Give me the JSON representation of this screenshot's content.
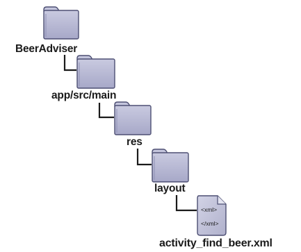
{
  "tree": {
    "root": {
      "label": "BeerAdviser",
      "icon": "folder-icon"
    },
    "main": {
      "label": "app/src/main",
      "icon": "folder-icon"
    },
    "res": {
      "label": "res",
      "icon": "folder-icon"
    },
    "layout": {
      "label": "layout",
      "icon": "folder-icon"
    },
    "file": {
      "label": "activity_find_beer.xml",
      "icon": "xml-file-icon",
      "line1": "<xml>",
      "line2": "</xml>"
    }
  },
  "colors": {
    "folder_fill": "#b6b7d3",
    "folder_tab": "#c4c5dd",
    "folder_stroke": "#4d4f73",
    "connector": "#1a1a1a"
  }
}
